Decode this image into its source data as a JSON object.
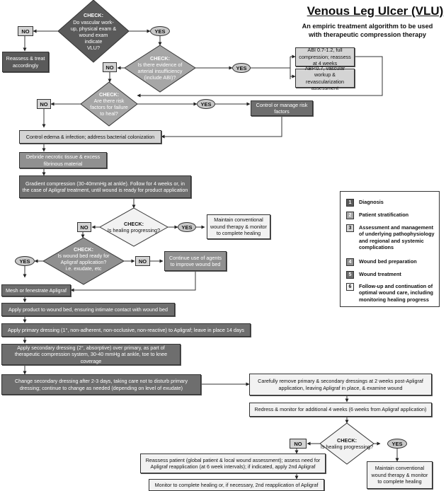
{
  "header": {
    "title": "Venous Leg Ulcer (VLU)",
    "subtitle_line1": "An empiric treatment algorithm to be used",
    "subtitle_line2": "with therapeutic compression therapy"
  },
  "labels": {
    "yes": "YES",
    "no": "NO",
    "check": "CHECK:"
  },
  "decisions": {
    "d1": [
      "Do vascular work-",
      "up, physical exam &",
      "wound exam",
      "indicate",
      "VLU?"
    ],
    "d2": [
      "Is there evidence of",
      "arterial insufficiency",
      "(include ABI)?"
    ],
    "d3": [
      "Are there risk",
      "factors for failure",
      "to heal?"
    ],
    "d4": [
      "Is healing progressing?"
    ],
    "d5": [
      "Is wound bed ready for",
      "Apligraf application?",
      "i.e. exudate, etc"
    ],
    "d6": [
      "Is healing progressing?"
    ]
  },
  "boxes": {
    "reassess_treat": "Reassess & treat accordingly",
    "abi_full": "ABI 0.7-1.2, full compression; reassess at 4 weeks",
    "abi_low": "ABI<0.7, vascular workup & revascularization assessment",
    "control_risk": "Control or manage risk factors",
    "control_edema": "Control edema & infection; address bacterial colonization",
    "debride": "Debride necrotic tissue & excess fibrinous material",
    "gradient": "Gradient compression (30-40mmHg at ankle).  Follow for 4 weeks or, in the case of Apligraf treatment, until wound is ready for product application",
    "maintain1": "Maintain conventional wound therapy & monitor to complete healing",
    "continue_agents": "Continue use of agents to improve wound bed",
    "mesh": "Mesh or fenestrate Apligraf",
    "apply_product": "Apply product to wound bed, ensuring intimate contact with wound bed",
    "primary_dressing": "Apply primary dressing (1°, non-adherent, non-occlusive, non-reactive) to Apligraf; leave in place 14 days",
    "secondary_dressing": "Apply secondary dressing (2°, absorptive) over primary, as part of therapeutic compression system, 30-40 mmHg at ankle, toe to knee coverage",
    "change_secondary": "Change secondary dressing after 2-3 days, taking care not to disturb primary dressing; continue to change as needed (depending on level of exudate)",
    "remove_dressings": "Carefully remove primary & secondary dressings at 2 weeks post-Apligraf application, leaving Apligraf in place, & examine wound",
    "redress": "Redress & monitor for additional 4 weeks (6 weeks from Apligraf application)",
    "reassess_patient": "Reassess patient (global patient & local wound assessment); assess need for Apligraf reapplication (at 6 week intervals); if indicated, apply 2nd Apligraf",
    "monitor_complete": "Monitor to complete healing or, if necessary, 2nd reapplication of Apligraf",
    "maintain2": "Maintain conventional wound therapy & monitor to complete healing"
  },
  "legend": [
    {
      "num": "1",
      "label": "Diagnosis",
      "color": "#5a5a5a"
    },
    {
      "num": "2",
      "label": "Patient stratification",
      "color": "#a6a6a6"
    },
    {
      "num": "3",
      "label": "Assessment and management of underlying pathophysiology and regional and systemic complications",
      "color": "#d4d4d4"
    },
    {
      "num": "4",
      "label": "Wound bed preparation",
      "color": "#909090"
    },
    {
      "num": "5",
      "label": "Wound treatment",
      "color": "#6e6e6e"
    },
    {
      "num": "6",
      "label": "Follow-up and continuation of optimal wound care, including monitoring healing progress",
      "color": "#f2f2f2"
    }
  ]
}
